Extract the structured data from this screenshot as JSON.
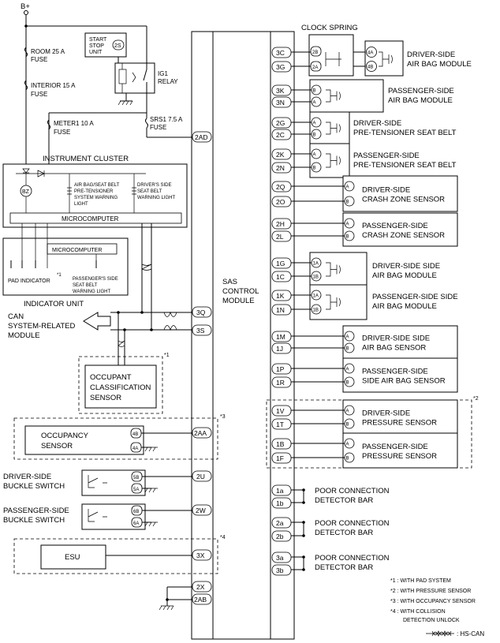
{
  "power": {
    "b_plus": "B+"
  },
  "fuses": {
    "room": [
      "ROOM 25 A",
      "FUSE"
    ],
    "interior": [
      "INTERIOR 15 A",
      "FUSE"
    ],
    "meter": [
      "METER1 10 A",
      "FUSE"
    ],
    "srs": [
      "SRS1 7.5 A",
      "FUSE"
    ]
  },
  "start_stop": {
    "lines": [
      "START",
      "STOP",
      "UNIT"
    ],
    "pin": "2S"
  },
  "relay": {
    "lines": [
      "IG1",
      "RELAY"
    ]
  },
  "instrument_cluster": {
    "title": "INSTRUMENT CLUSTER",
    "bz": "BZ",
    "airbag_light": [
      "AIR BAG/SEAT BELT",
      "PRE-TENSIONER",
      "SYSTEM WARNING",
      "LIGHT"
    ],
    "driver_light": [
      "DRIVER'S SIDE",
      "SEAT BELT",
      "WARNING LIGHT"
    ],
    "microcomputer": "MICROCOMPUTER"
  },
  "indicator_unit": {
    "title": "INDICATOR UNIT",
    "microcomputer": "MICROCOMPUTER",
    "pad_indicator": "PAD INDICATOR",
    "pad_note": "*1",
    "passenger_light": [
      "PASSENGER'S SIDE",
      "SEAT BELT",
      "WARNING LIGHT"
    ]
  },
  "can": {
    "lines": [
      "CAN",
      "SYSTEM-RELATED",
      "MODULE"
    ]
  },
  "occupant_class": {
    "lines": [
      "OCCUPANT",
      "CLASSIFICATION",
      "SENSOR"
    ],
    "note": "*1"
  },
  "occupancy": {
    "lines": [
      "OCCUPANCY",
      "SENSOR"
    ],
    "pins": [
      "4B",
      "4A"
    ],
    "note": "*3"
  },
  "driver_buckle": {
    "lines": [
      "DRIVER-SIDE",
      "BUCKLE SWITCH"
    ],
    "pins": [
      "5B",
      "5A"
    ]
  },
  "pass_buckle": {
    "lines": [
      "PASSENGER-SIDE",
      "BUCKLE SWITCH"
    ],
    "pins": [
      "6B",
      "6A"
    ]
  },
  "esu": {
    "label": "ESU",
    "note": "*4"
  },
  "sas": {
    "lines": [
      "SAS",
      "CONTROL",
      "MODULE"
    ]
  },
  "left_pins": [
    "2AD",
    "3Q",
    "3S",
    "2AA",
    "2U",
    "2W",
    "3X",
    "2X",
    "2AB"
  ],
  "right_pins": [
    "3C",
    "3G",
    "3K",
    "3N",
    "2G",
    "2C",
    "2K",
    "2N",
    "2Q",
    "2O",
    "2H",
    "2L",
    "1G",
    "1C",
    "1K",
    "1N",
    "1M",
    "1J",
    "1P",
    "1R",
    "1V",
    "1T",
    "1B",
    "1F",
    "1a",
    "1b",
    "2a",
    "2b",
    "3a",
    "3b"
  ],
  "clock_spring": {
    "label": "CLOCK SPRING",
    "pins": [
      "2B",
      "2A"
    ],
    "out_pins": [
      "4A",
      "4B"
    ]
  },
  "modules": {
    "driver_airbag": [
      "DRIVER-SIDE",
      "AIR BAG MODULE"
    ],
    "pass_airbag": [
      "PASSENGER-SIDE",
      "AIR BAG MODULE"
    ],
    "driver_pretens": [
      "DRIVER-SIDE",
      "PRE-TENSIONER SEAT BELT"
    ],
    "pass_pretens": [
      "PASSENGER-SIDE",
      "PRE-TENSIONER SEAT BELT"
    ],
    "driver_crash": [
      "DRIVER-SIDE",
      "CRASH ZONE SENSOR"
    ],
    "pass_crash": [
      "PASSENGER-SIDE",
      "CRASH ZONE SENSOR"
    ],
    "driver_side_airbag": [
      "DRIVER-SIDE SIDE",
      "AIR BAG MODULE"
    ],
    "pass_side_airbag": [
      "PASSENGER-SIDE SIDE",
      "AIR BAG MODULE"
    ],
    "driver_side_sensor": [
      "DRIVER-SIDE SIDE",
      "AIR BAG SENSOR"
    ],
    "pass_side_sensor": [
      "PASSENGER-SIDE",
      "SIDE AIR BAG SENSOR"
    ],
    "driver_pressure": [
      "DRIVER-SIDE",
      "PRESSURE SENSOR"
    ],
    "pass_pressure": [
      "PASSENGER-SIDE",
      "PRESSURE SENSOR"
    ],
    "pressure_note": "*2",
    "poor_conn": [
      "POOR CONNECTION",
      "DETECTOR BAR"
    ]
  },
  "connector_pins": {
    "a": "A",
    "b": "B",
    "one_a": "1A",
    "one_b": "1B"
  },
  "notes": [
    "*1 : WITH PAD SYSTEM",
    "*2 : WITH PRESSURE SENSOR",
    "*3 : WITH OCCUPANCY SENSOR",
    "*4 : WITH COLLISION",
    "DETECTION UNLOCK"
  ],
  "legend": {
    "hs_can": ": HS-CAN"
  }
}
